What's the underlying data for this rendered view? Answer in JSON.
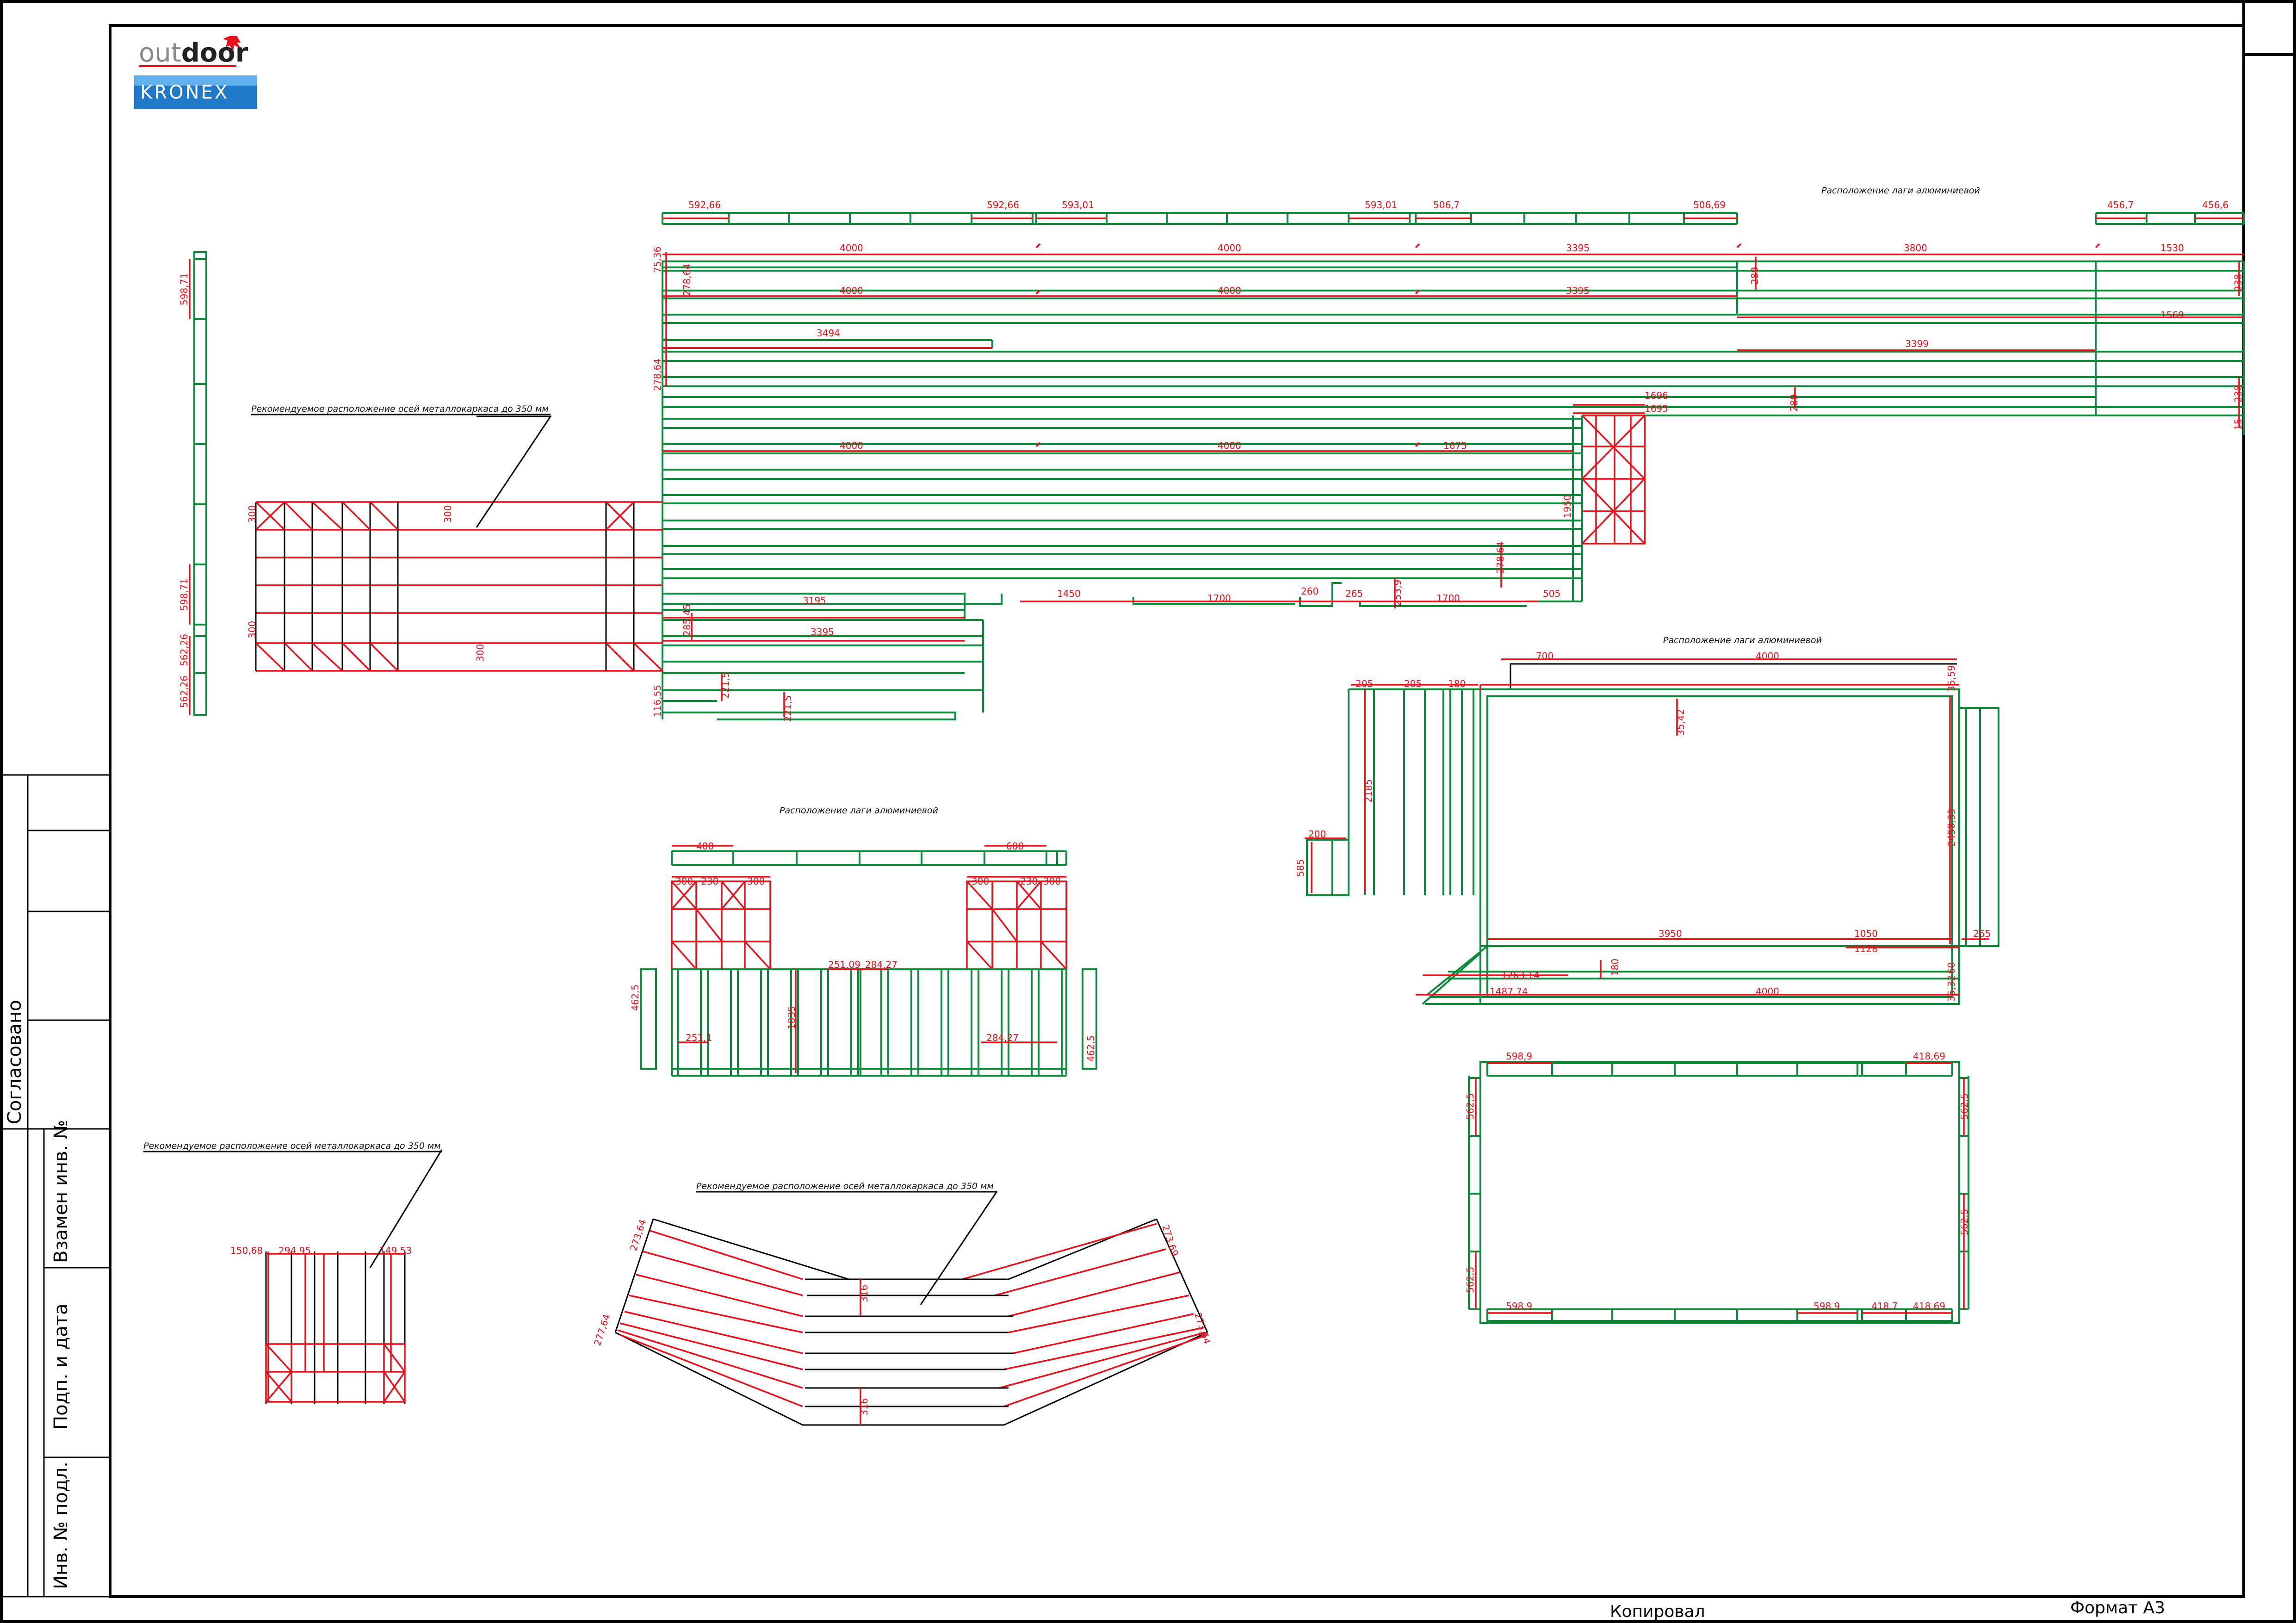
{
  "logo": {
    "out": "out",
    "door": "door",
    "kronex": "KRONEX"
  },
  "sidebar": {
    "agreed": "Согласовано",
    "replace_inv": "Взамен инв. №",
    "sign_date": "Подп. и дата",
    "inv_orig": "Инв. № подл."
  },
  "footer": {
    "copied": "Копировал",
    "format": "Формат А3"
  },
  "notes": {
    "frame_axes_1": "Рекомендуемое расположение осей металлокаркаса до 350 мм",
    "frame_axes_2": "Рекомендуемое расположение осей металлокаркаса до 350 мм",
    "frame_axes_3": "Рекомендуемое расположение осей металлокаркаса до 350 мм",
    "lag_1": "Расположение лаги алюминиевой",
    "lag_2": "Расположение лаги алюминиевой",
    "lag_3": "Расположение лаги алюминиевой"
  },
  "dims": {
    "top_row": [
      "592,66",
      "592,66",
      "593,01",
      "593,01",
      "506,7",
      "506,69",
      "456,7",
      "456,6"
    ],
    "main": [
      "4000",
      "4000",
      "3395",
      "3800",
      "1530",
      "4000",
      "4000",
      "3395",
      "1569",
      "3494",
      "3399",
      "1696",
      "1695",
      "4000",
      "4000",
      "1675",
      "1450",
      "1700",
      "260",
      "265",
      "1700",
      "505",
      "3195",
      "3395",
      "1950"
    ],
    "main_side": [
      "75,36",
      "278,64",
      "278,64",
      "289",
      "289",
      "238",
      "238",
      "278,64",
      "285,45",
      "116,55",
      "221,5",
      "221,5",
      "253,9",
      "15"
    ],
    "left_col": [
      "598,71",
      "598,71",
      "562,26",
      "562,26"
    ],
    "left_frame": [
      "300",
      "300",
      "300",
      "300"
    ],
    "rect": [
      "700",
      "4000",
      "205",
      "205",
      "180",
      "2185",
      "200",
      "585",
      "35,42",
      "2458,35",
      "3950",
      "1050",
      "1128",
      "265",
      "1263,14",
      "1487,74",
      "4000",
      "180",
      "35,59",
      "35,32",
      "60"
    ],
    "mid_lag": [
      "400",
      "600",
      "300",
      "230",
      "300",
      "300",
      "230",
      "300",
      "251,09",
      "284,27",
      "1035",
      "251,1",
      "284,27",
      "462,5",
      "462,5"
    ],
    "box": [
      "598,9",
      "418,69",
      "562,5",
      "562,5",
      "562,5",
      "562,5",
      "598,9",
      "598,9",
      "418,7",
      "418,69"
    ],
    "small_frame": [
      "150,68",
      "294,95",
      "149,53"
    ],
    "fan": [
      "273,64",
      "273,69",
      "277,64",
      "273,64",
      "316",
      "316"
    ]
  }
}
